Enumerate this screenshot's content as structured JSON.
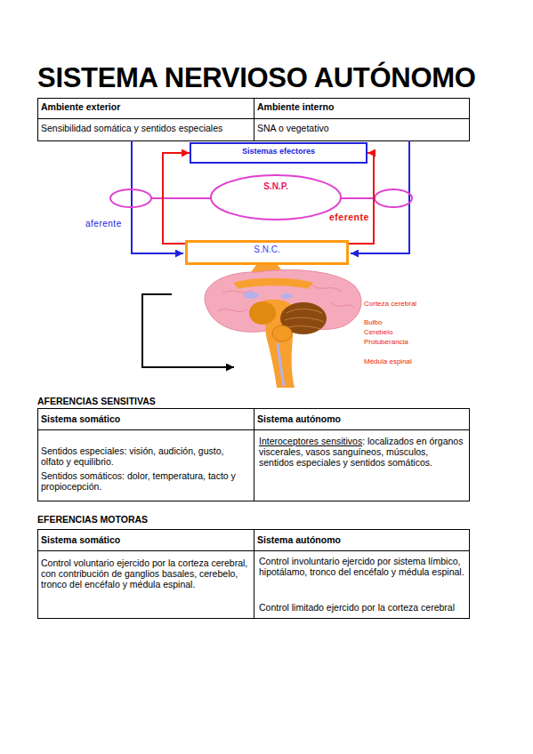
{
  "diagram": {
    "title": "SISTEMA NERVIOSO AUTÓNOMO",
    "nodes": [
      {
        "text": [
          "Sistemas efectores"
        ]
      },
      {
        "text": [
          "S.N.P."
        ]
      },
      {
        "text": [
          "S.N.C."
        ]
      }
    ],
    "edges": [
      {
        "from": 2,
        "to": 0,
        "arrow": "to"
      },
      {
        "from": 2,
        "to": 0,
        "arrow": "to",
        "label": "eferente"
      }
    ],
    "labels": [
      "Ambiente exterior",
      "Ambiente interno",
      "Sensibilidad somática y sentidos especiales",
      "SNA o vegetativo",
      "aferente",
      "Corteza cerebral",
      "Bulbo",
      "Cerebelo",
      "Protuberancia",
      "Médula espinal",
      "AFERENCIAS SENSITIVAS",
      "Sistema somático",
      "Sistema autónomo",
      "Sentidos especiales: visión, audición, gusto, olfato y equilibrio.",
      "Sentidos somáticos: dolor, temperatura, tacto y propiocepción.",
      "Interoceptores sensitivos",
      ": localizados en órganos viscerales, vasos sanguíneos, músculos, sentidos especiales y sentidos somáticos.",
      "EFERENCIAS MOTORAS",
      "Sistema somático",
      "Sistema autónomo",
      "Control voluntario ejercido por la corteza cerebral, con contribución de ganglios basales, cerebelo, tronco del encéfalo y médula espinal.",
      "Control involuntario ejercido por sistema límbico, hipotálamo, tronco del encéfalo y médula espinal.",
      "Control limitado ejercido por la corteza cerebral"
    ]
  }
}
